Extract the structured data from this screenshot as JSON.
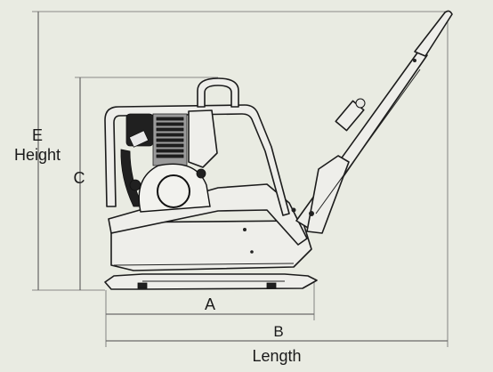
{
  "dimensions": {
    "e_letter": "E",
    "height_label": "Height",
    "c_letter": "C",
    "a_letter": "A",
    "b_letter": "B",
    "length_label": "Length"
  }
}
